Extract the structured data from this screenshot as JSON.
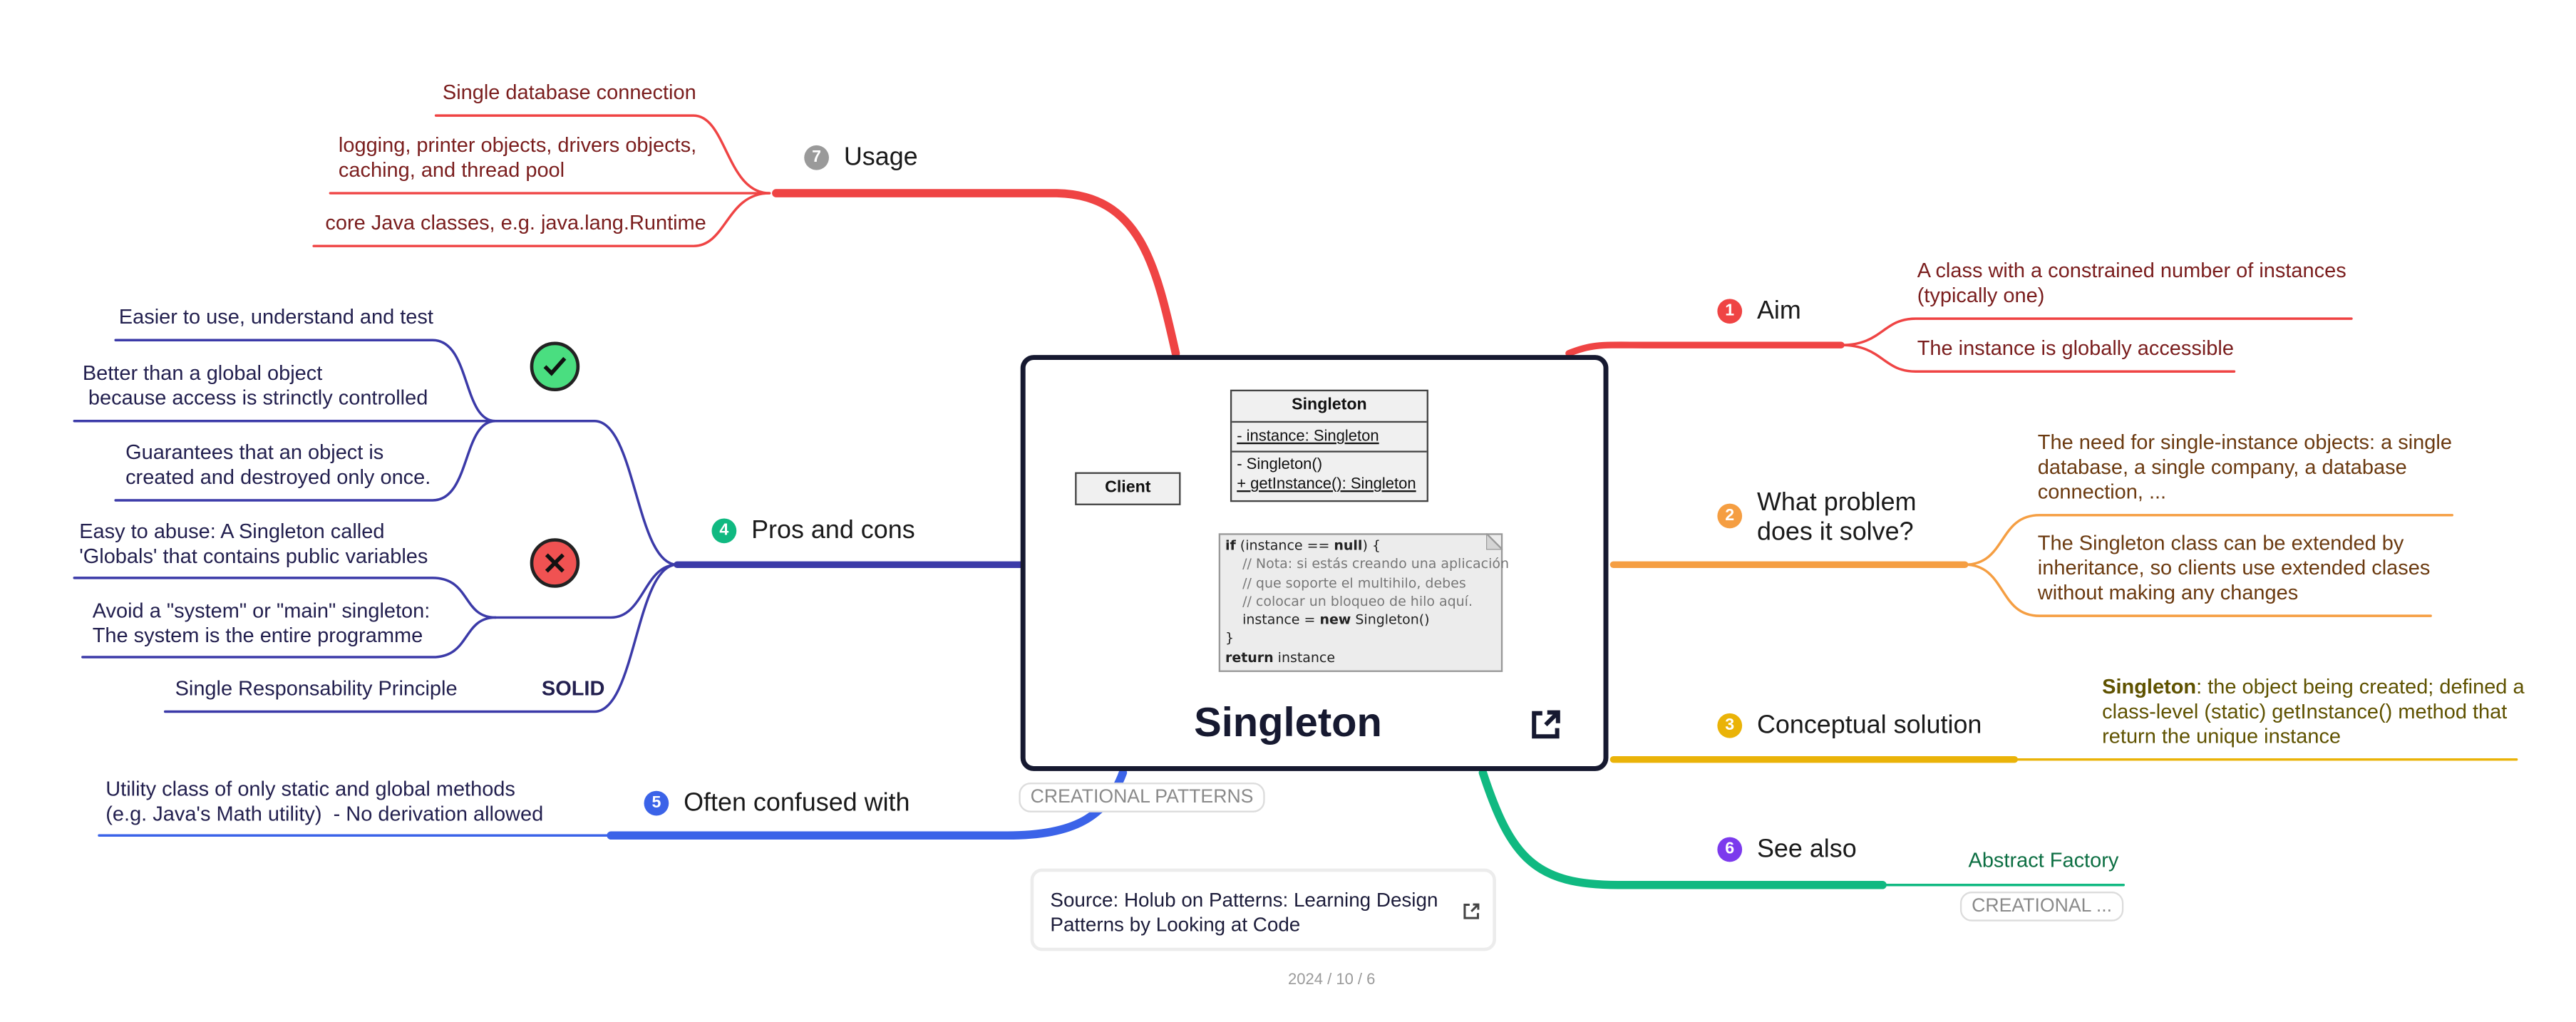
{
  "central": {
    "title": "Singleton",
    "tag": "CREATIONAL PATTERNS",
    "uml": {
      "class_name": "Singleton",
      "field": "- instance: Singleton",
      "constructor": "- Singleton()",
      "method": "+ getInstance(): Singleton",
      "client": "Client",
      "note": {
        "line1_kw": "if",
        "line1_rest": " (instance == ",
        "line1_null": "null",
        "line1_end": ") {",
        "comment1": "    // Nota: si estás creando una aplicación",
        "comment2": "    // que soporte el multihilo, debes",
        "comment3": "    // colocar un bloqueo de hilo aquí.",
        "assign_pre": "    instance = ",
        "assign_kw": "new",
        "assign_post": " Singleton()",
        "close": "}",
        "ret_kw": "return",
        "ret_rest": " instance"
      }
    },
    "source": "Source: Holub on Patterns: Learning Design\nPatterns by Looking at Code",
    "date": "2024 / 10 / 6"
  },
  "topics": {
    "aim": {
      "number": "1",
      "label": "Aim",
      "color": "#ef4444",
      "items": [
        "A class with a constrained number of instances\n(typically one)",
        "The instance is globally accessible"
      ]
    },
    "problem": {
      "number": "2",
      "label": "What problem\ndoes it solve?",
      "color": "#f59e42",
      "items": [
        "The need for single-instance objects: a single\ndatabase, a single company, a database\nconnection, ...",
        "The Singleton class can be extended by\ninheritance, so clients use extended clases\nwithout making any changes"
      ]
    },
    "solution": {
      "number": "3",
      "label": "Conceptual solution",
      "color": "#eab308",
      "item_bold": "Singleton",
      "item_rest": ": the object being created; defined a\nclass-level (static) getInstance() method that\nreturn the unique instance"
    },
    "pros_cons": {
      "number": "4",
      "label": "Pros and cons",
      "color": "#10b981",
      "pros": [
        "Easier to use, understand and test",
        "Better than a global object\n because access is strinctly controlled",
        "Guarantees that an object is\ncreated and destroyed only once."
      ],
      "cons": [
        "Easy to abuse: A Singleton called\n'Globals' that contains public variables",
        "Avoid a \"system\" or \"main\" singleton:\nThe system is the entire programme",
        "Single Responsability Principle"
      ],
      "solid_label": "SOLID",
      "pros_icon": "check-icon",
      "cons_icon": "cross-icon"
    },
    "confused": {
      "number": "5",
      "label": "Often confused with",
      "color": "#3b63e8",
      "items": [
        "Utility class of only static and global methods\n(e.g. Java's Math utility)  - No derivation allowed"
      ]
    },
    "see_also": {
      "number": "6",
      "label": "See also",
      "color": "#7c3aed",
      "link": "Abstract Factory",
      "link_tag": "CREATIONAL ..."
    },
    "usage": {
      "number": "7",
      "label": "Usage",
      "color": "#9a9a9a",
      "items": [
        "Single database connection",
        "logging, printer objects, drivers objects,\ncaching, and thread pool",
        "core Java classes, e.g. java.lang.Runtime"
      ]
    }
  },
  "colors": {
    "branch_red": "#ef4444",
    "branch_orange": "#f59e42",
    "branch_yellow": "#eab308",
    "branch_green": "#10b981",
    "branch_navy": "#3b3aa8",
    "branch_blue": "#3b63e8",
    "central_border": "#161930"
  }
}
